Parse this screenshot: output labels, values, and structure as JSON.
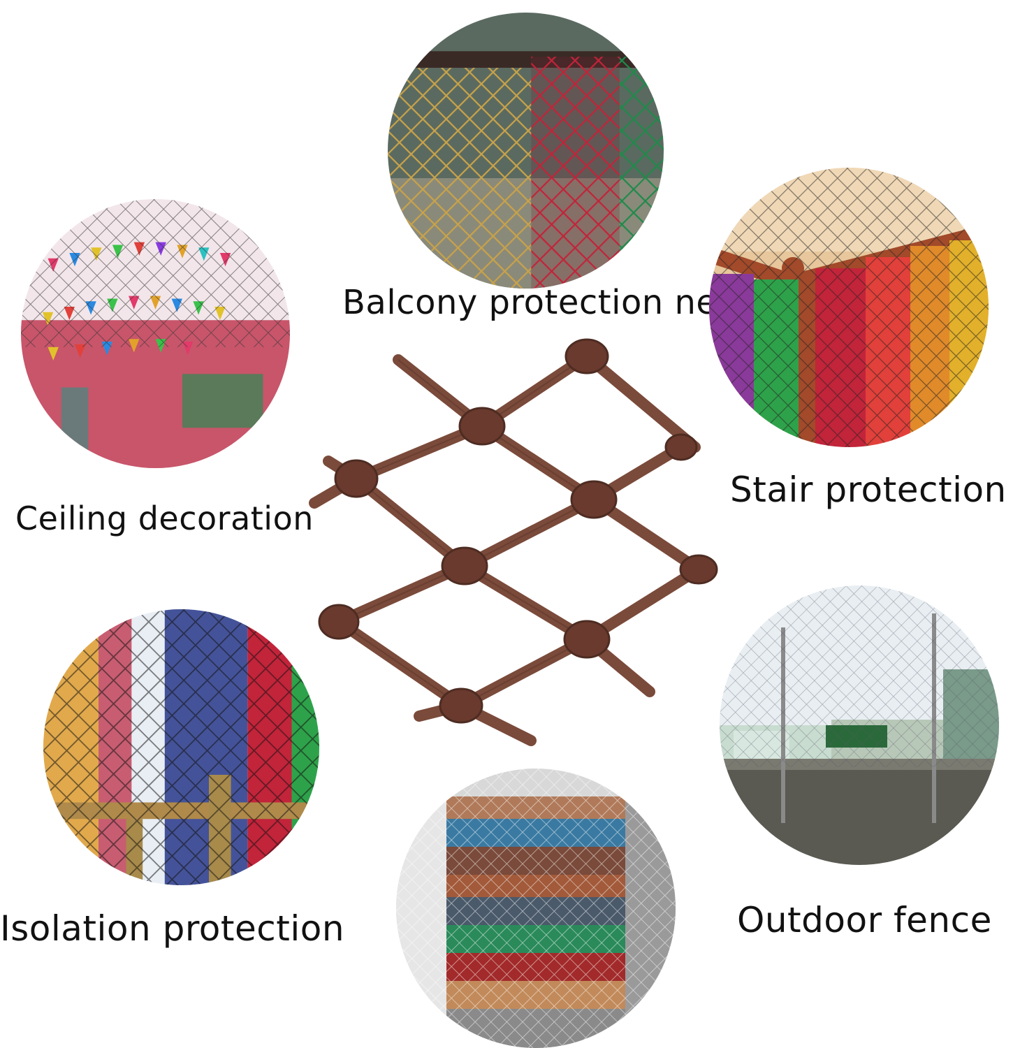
{
  "captions": {
    "balcony": "Balcony protection net",
    "stair": "Stair protection",
    "ceiling": "Ceiling decoration",
    "isolation": "Isolation protection",
    "outdoor": "Outdoor fence"
  },
  "icons": {
    "balcony": "balcony-net-photo",
    "stair": "stair-net-photo",
    "ceiling": "ceiling-bunting-photo",
    "isolation": "colored-net-photo",
    "stairwell": "stairwell-net-photo",
    "outdoor": "fence-net-photo",
    "center": "knotted-rope-net"
  },
  "colors": {
    "rope": "#7a4a3a",
    "rope_dark": "#4e2c22",
    "caption": "#111111"
  }
}
